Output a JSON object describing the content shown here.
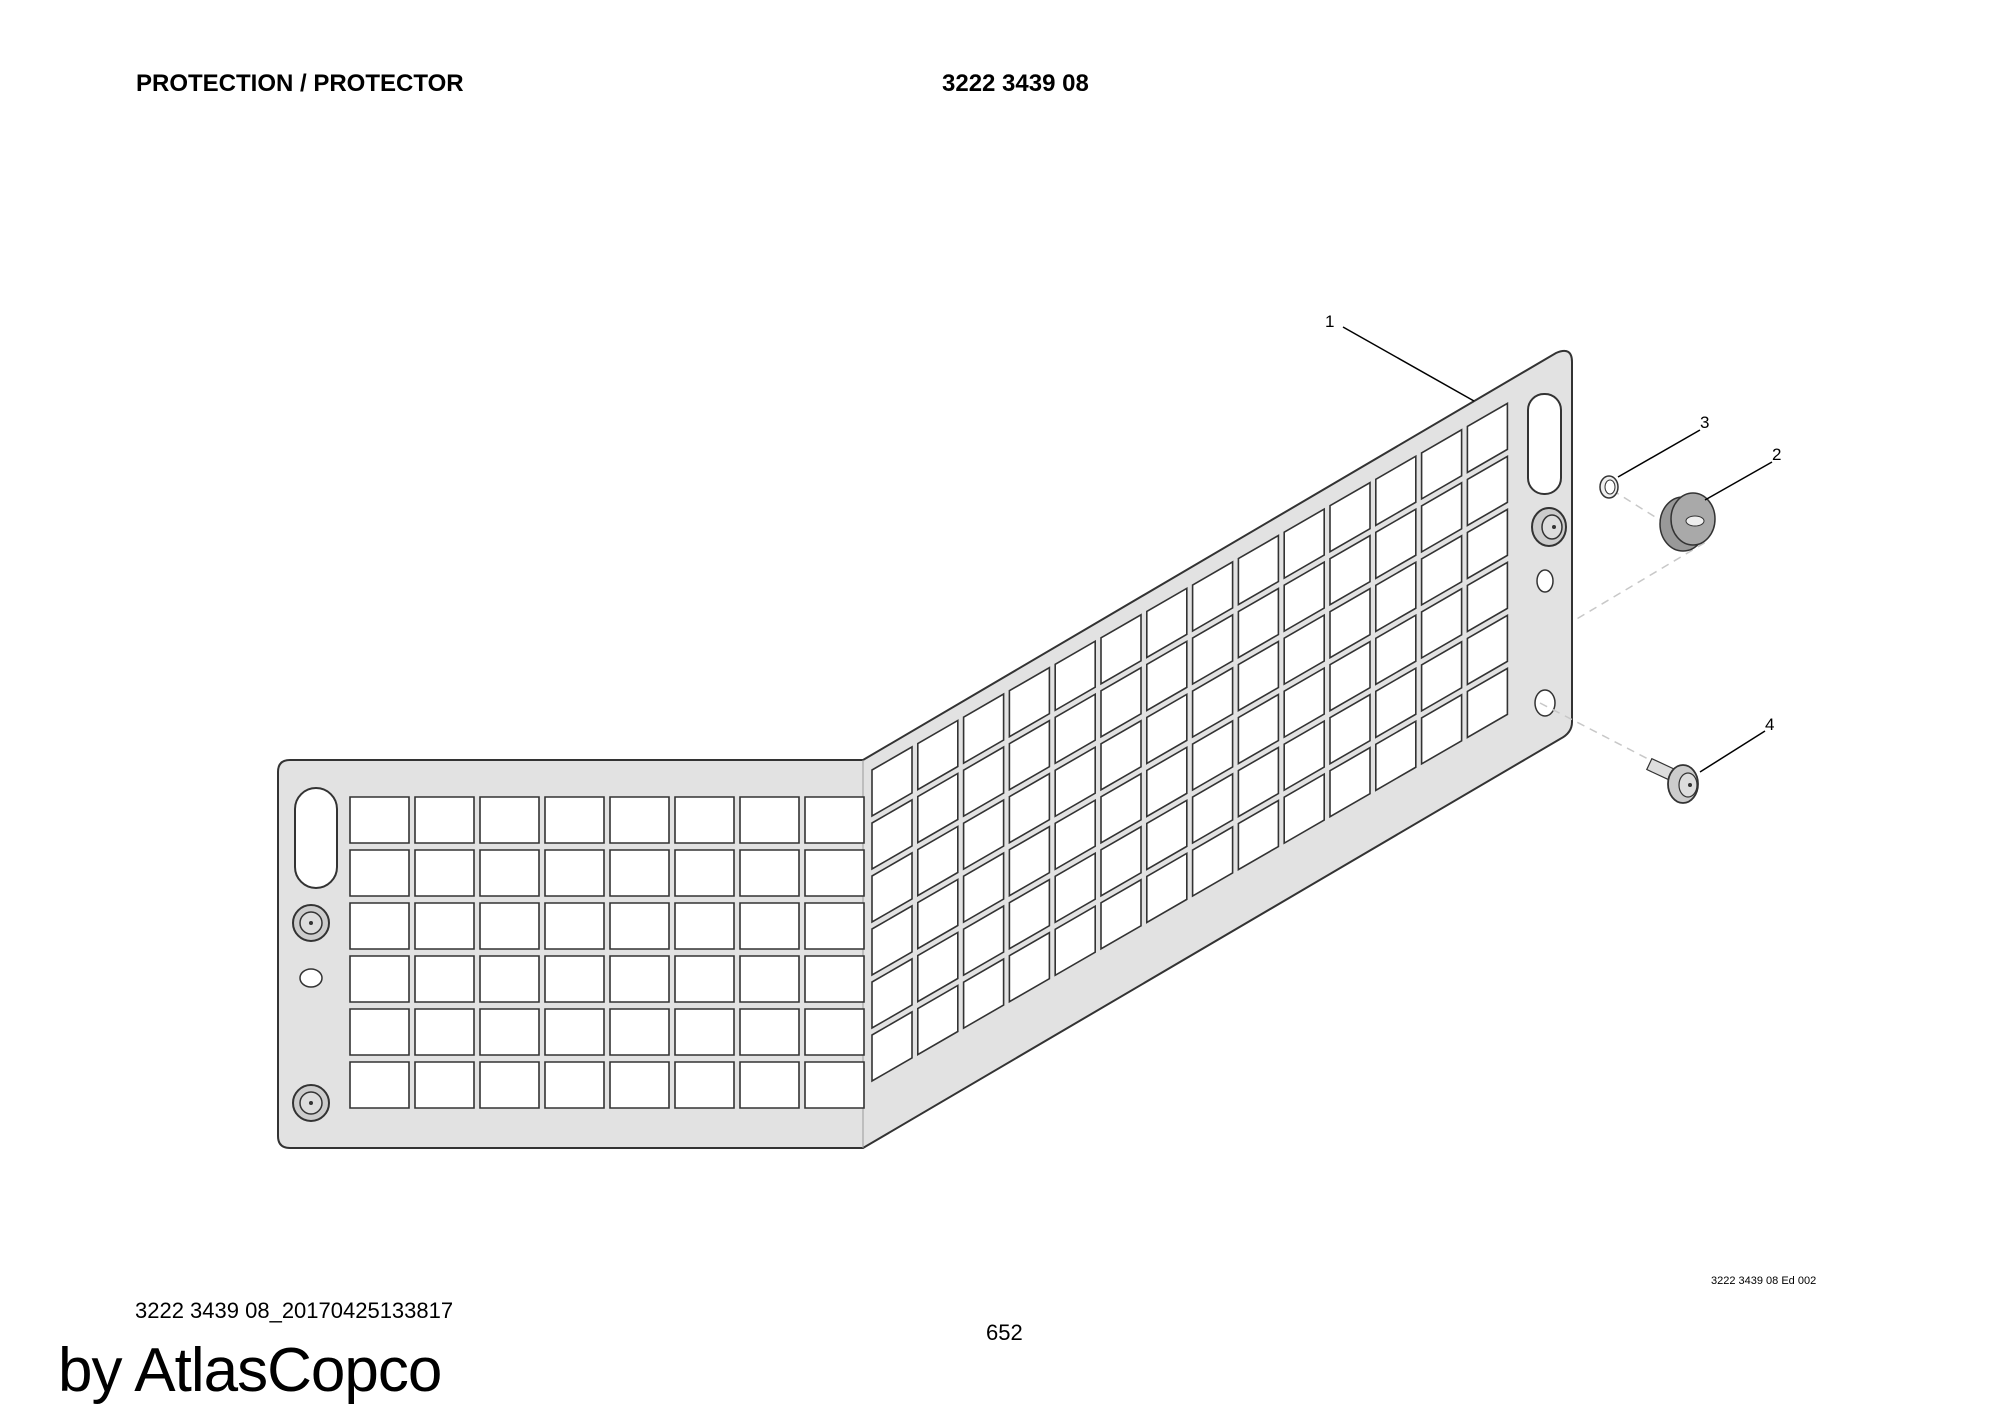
{
  "header": {
    "title": "PROTECTION / PROTECTOR",
    "part_number": "3222 3439 08"
  },
  "callouts": [
    "1",
    "2",
    "3",
    "4"
  ],
  "drawing_ref": "3222 3439 08 Ed 002",
  "footer": {
    "document_id": "3222 3439 08_20170425133817",
    "page_number": "652",
    "watermark": "by AtlasCopco"
  },
  "colors": {
    "panel_fill": "#e2e2e2",
    "outline": "#333333",
    "knob_fill": "#a9a9a9",
    "dash": "#c8c8c8"
  }
}
